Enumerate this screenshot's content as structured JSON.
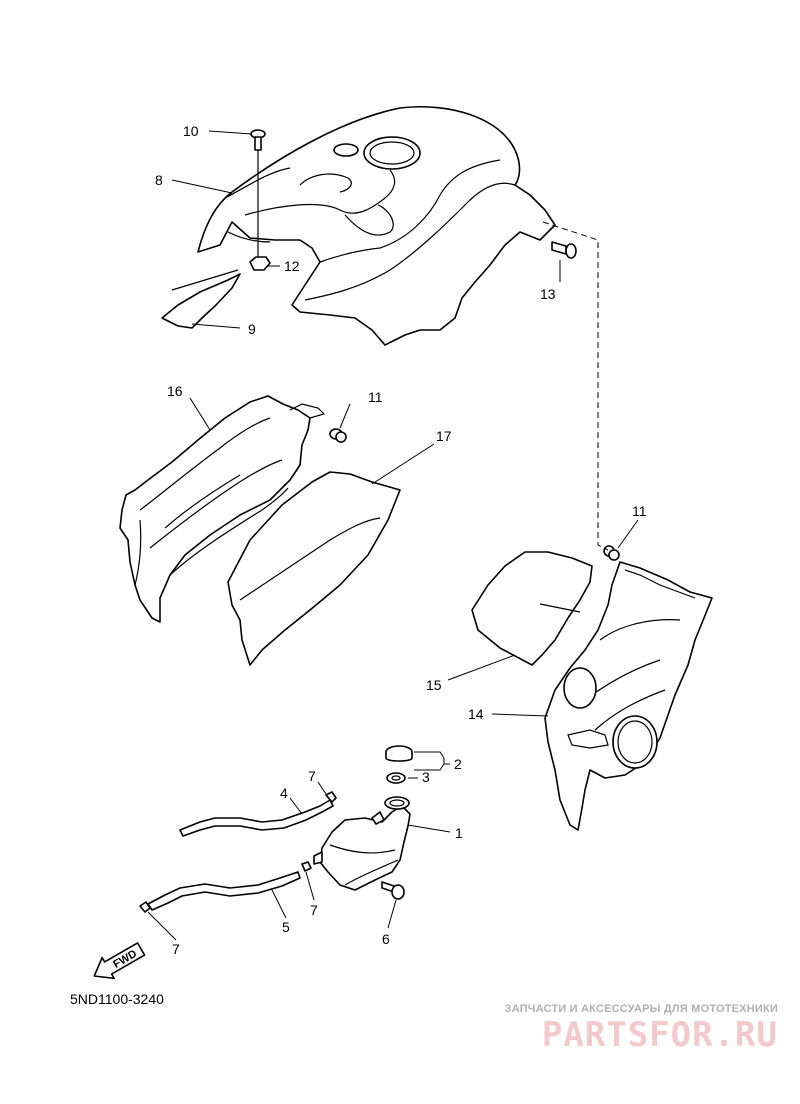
{
  "callouts": {
    "c1": "1",
    "c2": "2",
    "c3": "3",
    "c4": "4",
    "c5": "5",
    "c6": "6",
    "c7a": "7",
    "c7b": "7",
    "c7c": "7",
    "c8": "8",
    "c9": "9",
    "c10": "10",
    "c11a": "11",
    "c11b": "11",
    "c12": "12",
    "c13": "13",
    "c14": "14",
    "c15": "15",
    "c16": "16",
    "c17": "17"
  },
  "diagram_code": "5ND1100-3240",
  "fwd_label": "FWD",
  "watermark": {
    "tagline": "ЗАПЧАСТИ И АКСЕССУАРЫ ДЛЯ МОТОТЕХНИКИ",
    "logo": "PARTSFOR.RU",
    "logo_color": "#f2c9cc"
  }
}
